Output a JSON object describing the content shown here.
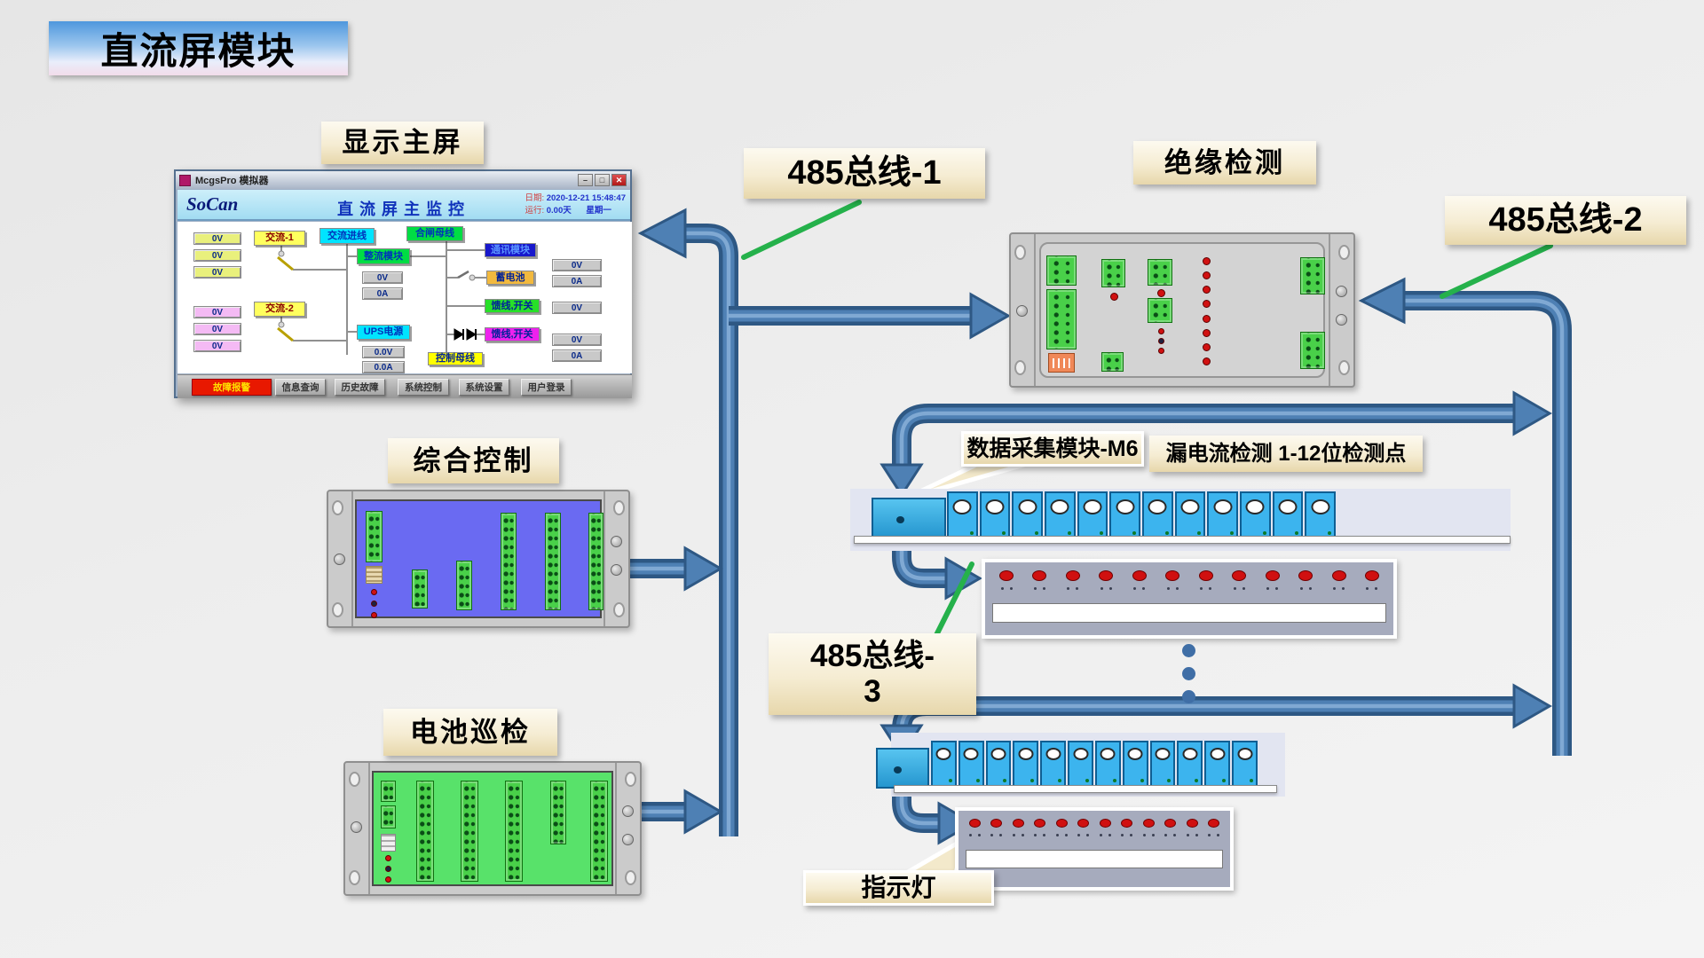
{
  "title": "直流屏模块",
  "callouts": {
    "display_screen": "显示主屏",
    "bus1": "485总线-1",
    "bus2": "485总线-2",
    "bus3_line1": "485总线-",
    "bus3_line2": "3",
    "insulation": "绝缘检测",
    "integrated_control": "综合控制",
    "battery_patrol": "电池巡检",
    "daq_module": "数据采集模块-M6",
    "leakage": "漏电流检测 1-12位检测点",
    "indicator": "指示灯"
  },
  "mcgs": {
    "window_title": "McgsPro 模拟器",
    "logo": "SoCan",
    "screen_title": "直流屏主监控",
    "win_controls": [
      "–",
      "□",
      "✕"
    ],
    "info": {
      "date_label": "日期:",
      "date_value": "2020-12-21 15:48:47",
      "run_label": "运行:",
      "run_value": "0.00天",
      "weekday": "星期一"
    },
    "mimic": {
      "ac1": "交流-1",
      "ac2": "交流-2",
      "ac_in": "交流进线",
      "closing_bus": "合闸母线",
      "rectifier": "整流模块",
      "comm": "通讯模块",
      "battery": "蓄电池",
      "ups": "UPS电源",
      "feeder1": "馈线,开关",
      "feeder2": "馈线,开关",
      "control_bus": "控制母线",
      "v0": "0V",
      "a0": "0A",
      "v00": "0.0V",
      "a00": "0.0A"
    },
    "buttons": [
      "故障报警",
      "信息查询",
      "历史故障",
      "系统控制",
      "系统设置",
      "用户登录"
    ]
  },
  "counts": {
    "ct_modules": 12,
    "panel_leds": 12,
    "insulation_led_column": 8,
    "ellipsis_dots": 3
  },
  "colors": {
    "pipe_fill": "#4e80b4",
    "pipe_edge": "#2e5884",
    "green_wire": "#25b14b",
    "label_bg": "#f3e9cb",
    "title_top": "#4e97dd",
    "title_bottom": "#f2dcea",
    "ct_blue": "#3cb4ee",
    "led_red": "#d01010",
    "pcb_blue": "#6a6af2",
    "pcb_green": "#58e26a",
    "chassis_gray": "#cbcbcb",
    "mcgs_header": "#a2dcf2",
    "alarm_red": "#e81800",
    "alarm_text": "#ffe000"
  }
}
